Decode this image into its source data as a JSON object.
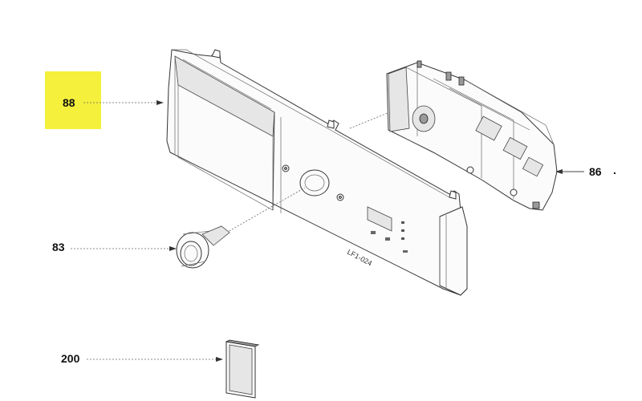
{
  "callouts": [
    {
      "id": "88",
      "label": "88",
      "highlight": "#f5f03c"
    },
    {
      "id": "86",
      "label": "86"
    },
    {
      "id": "83",
      "label": "83"
    },
    {
      "id": "200",
      "label": "200"
    }
  ],
  "panel_marking": "LF1-024",
  "stray_mark": "."
}
